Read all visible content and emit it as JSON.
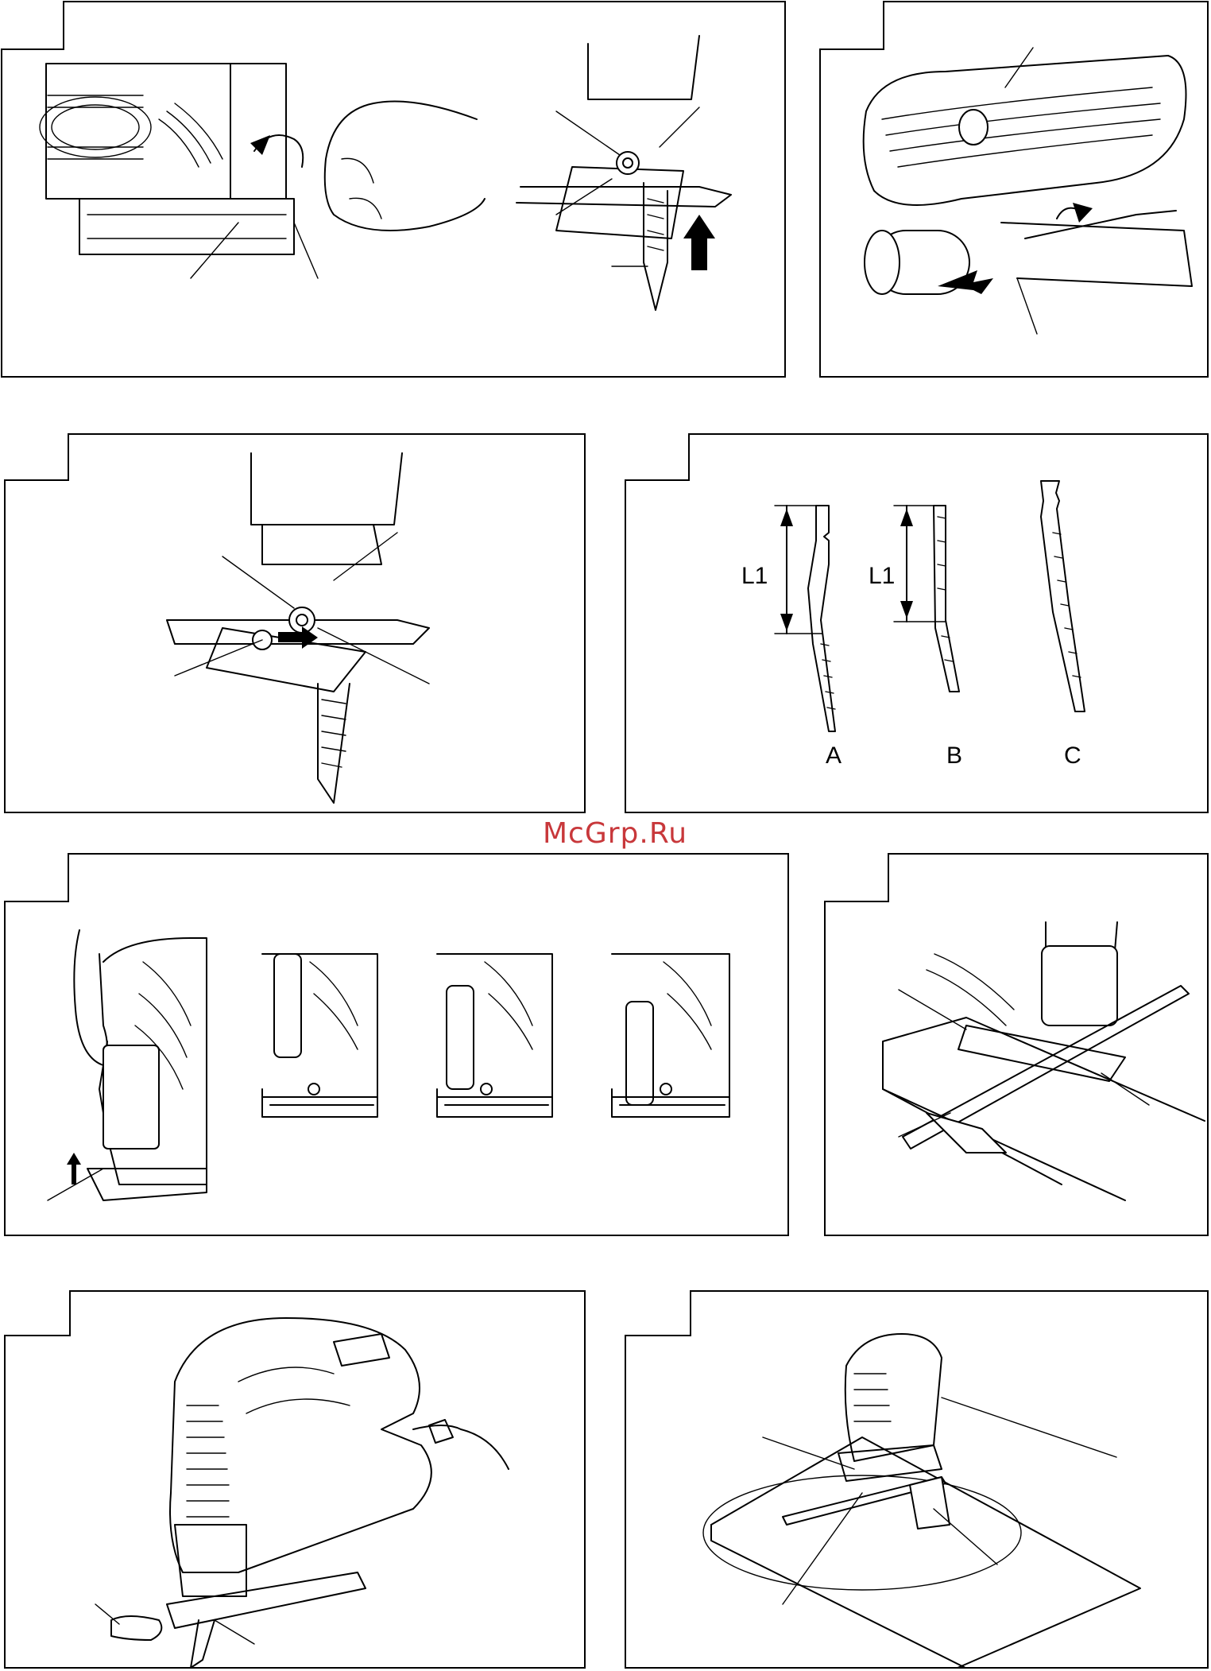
{
  "watermark": {
    "text": "McGrp.Ru",
    "color": "#c8383b"
  },
  "figures": {
    "blade_types": {
      "labels": [
        "A",
        "B",
        "C"
      ],
      "dimension_label": "L1"
    }
  },
  "icons": [
    "tab-frame",
    "arrow-icon",
    "saw-blade-icon",
    "jigsaw-icon",
    "hand-icon"
  ]
}
